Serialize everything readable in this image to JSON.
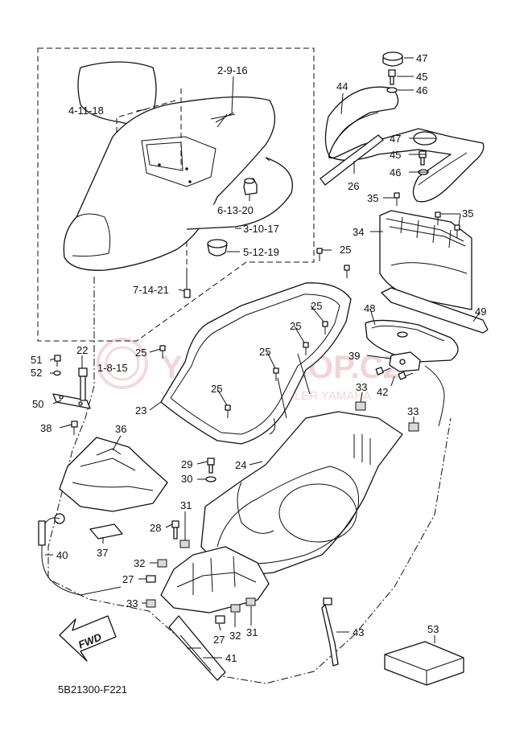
{
  "diagram_code": "5B21300-F221",
  "watermark": {
    "line1": "YAMA-SHOP.CZ",
    "line2": "VOJTĚCHOVSKÝ - DEALER YAMAHA"
  },
  "fwd_label": "FWD",
  "callouts": {
    "c47a": "47",
    "c45a": "45",
    "c46a": "46",
    "c44": "44",
    "c47b": "47",
    "c45b": "45",
    "c46b": "46",
    "c26": "26",
    "c35a": "35",
    "c35b": "35",
    "c34": "34",
    "c2916": "2-9-16",
    "c41118": "4-11-18",
    "c61320": "6-13-20",
    "c31017": "3-10-17",
    "c51219": "5-12-19",
    "c71421": "7-14-21",
    "c25a": "25",
    "c25b": "25",
    "c25c": "25",
    "c25d": "25",
    "c25e": "25",
    "c25f": "25",
    "c48": "48",
    "c49": "49",
    "c39": "39",
    "c42": "42",
    "c33a": "33",
    "c33b": "33",
    "c33c": "33",
    "c51": "51",
    "c52": "52",
    "c22": "22",
    "c1815": "1-8-15",
    "c50": "50",
    "c38": "38",
    "c36": "36",
    "c23": "23",
    "c24": "24",
    "c29": "29",
    "c30": "30",
    "c31a": "31",
    "c28": "28",
    "c37": "37",
    "c40": "40",
    "c32a": "32",
    "c27a": "27",
    "c27b": "27",
    "c32b": "32",
    "c31b": "31",
    "c41": "41",
    "c43": "43",
    "c53": "53"
  }
}
